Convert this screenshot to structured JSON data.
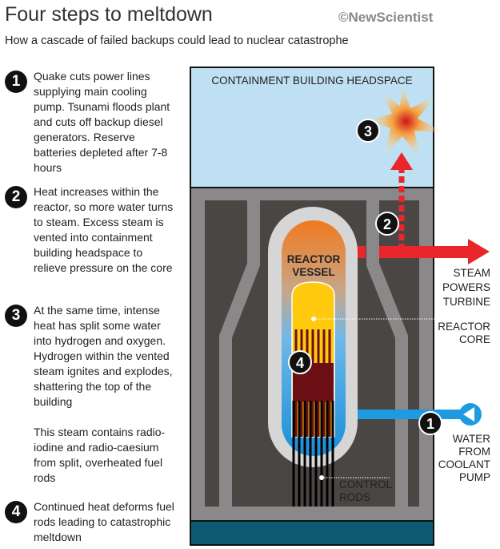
{
  "header": {
    "title": "Four steps to meltdown",
    "brand": "©NewScientist",
    "subtitle": "How a cascade of failed backups could lead to nuclear catastrophe"
  },
  "steps": [
    {
      "number": "1",
      "text": "Quake cuts power lines supplying main cooling pump. Tsunami floods plant and cuts off backup diesel generators. Reserve batteries depleted after 7-8 hours"
    },
    {
      "number": "2",
      "text": "Heat increases within the reactor, so more water turns to steam. Excess steam is vented into containment building headspace to relieve pressure on the core"
    },
    {
      "number": "3",
      "text": "At the same time, intense heat has split some water into hydrogen and oxygen. Hydrogen within the vented steam ignites and explodes, shattering the top of the building"
    },
    {
      "number": "4",
      "text": "Continued heat deforms fuel rods leading to catastrophic meltdown"
    }
  ],
  "note": "This steam contains radio-iodine and radio-caesium  from split, overheated fuel rods",
  "diagram": {
    "headspace": "CONTAINMENT BUILDING HEADSPACE",
    "vessel": [
      "REACTOR",
      "VESSEL"
    ],
    "steam": [
      "STEAM",
      "POWERS",
      "TURBINE"
    ],
    "core": [
      "REACTOR",
      "CORE"
    ],
    "water": [
      "WATER",
      "FROM",
      "COOLANT",
      "PUMP"
    ],
    "rods": [
      "CONTROL",
      "RODS"
    ],
    "markers": [
      "1",
      "2",
      "3",
      "4"
    ],
    "colors": {
      "sky": "#bfe0f2",
      "building": "#8a8888",
      "dark": "#4a4644",
      "base": "#0e5a72",
      "steam": "#e8262b",
      "water": "#1e9be0",
      "core": "#ffc90e",
      "rod": "#6b0f14"
    }
  }
}
